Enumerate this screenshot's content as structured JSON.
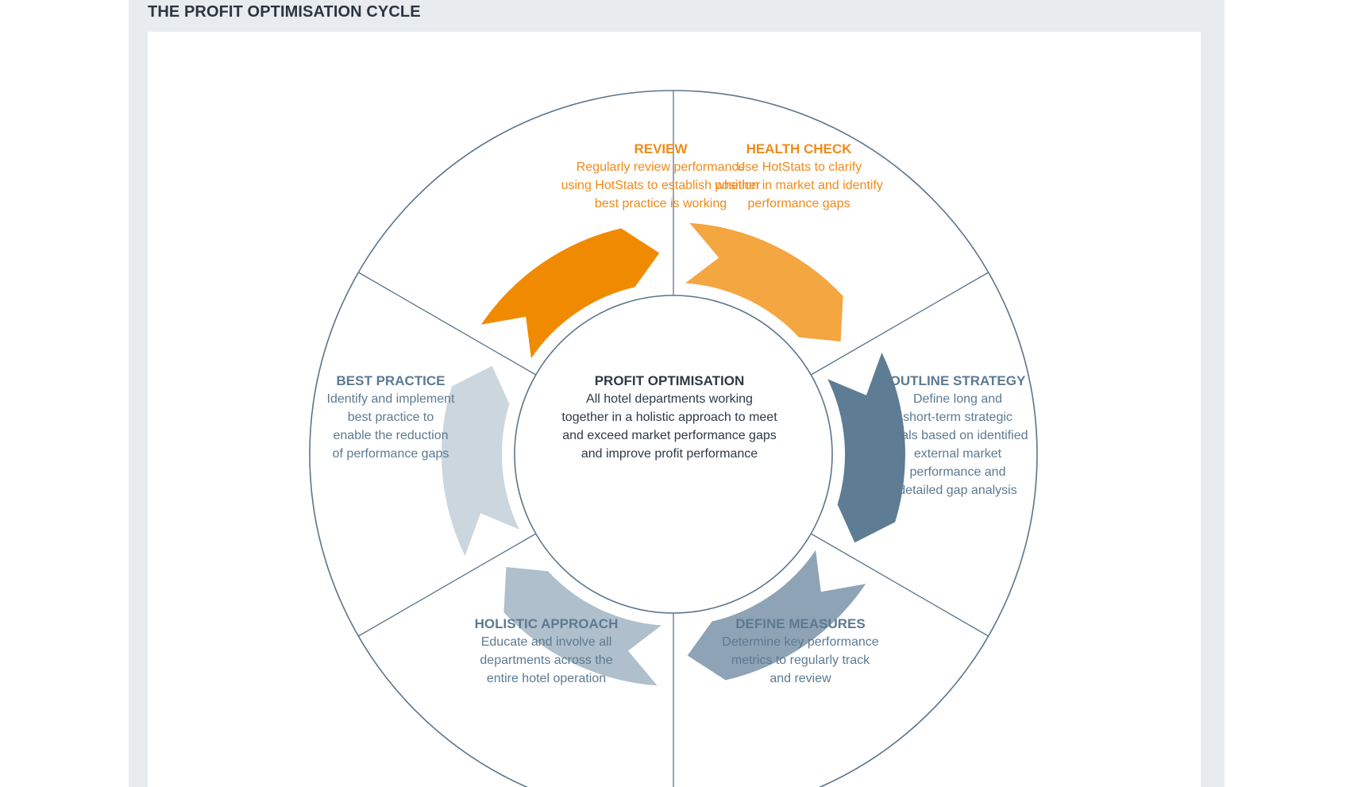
{
  "page": {
    "title": "THE PROFIT OPTIMISATION CYCLE"
  },
  "center": {
    "heading": "PROFIT OPTIMISATION",
    "body": "All hotel departments working\ntogether in a holistic approach to meet\nand exceed market performance gaps\nand improve profit performance"
  },
  "segments": [
    {
      "id": "review",
      "heading": "REVIEW",
      "body": "Regularly review performance\nusing HotStats to establish whether\nbest practice is working"
    },
    {
      "id": "health-check",
      "heading": "HEALTH CHECK",
      "body": "Use HotStats to clarify\nposition in market and identify\nperformance gaps"
    },
    {
      "id": "outline-strategy",
      "heading": "OUTLINE STRATEGY",
      "body": "Define long and\nshort-term strategic\ngoals based on identified\nexternal market\nperformance and\ndetailed gap analysis"
    },
    {
      "id": "define-measures",
      "heading": "DEFINE MEASURES",
      "body": "Determine key performance\nmetrics to regularly track\nand review"
    },
    {
      "id": "holistic-approach",
      "heading": "HOLISTIC APPROACH",
      "body": "Educate and involve all\ndepartments across the\nentire hotel operation"
    },
    {
      "id": "best-practice",
      "heading": "BEST PRACTICE",
      "body": "Identify and implement\nbest practice to\nenable the reduction\nof performance gaps"
    }
  ],
  "colors": {
    "orange_dark": "#f08a00",
    "orange_light": "#f4a641",
    "slate_dark": "#5e7c94",
    "slate_mid": "#8ea3b5",
    "slate_light": "#afbfcb",
    "slate_pale": "#cbd6de",
    "line": "#5d7589"
  }
}
